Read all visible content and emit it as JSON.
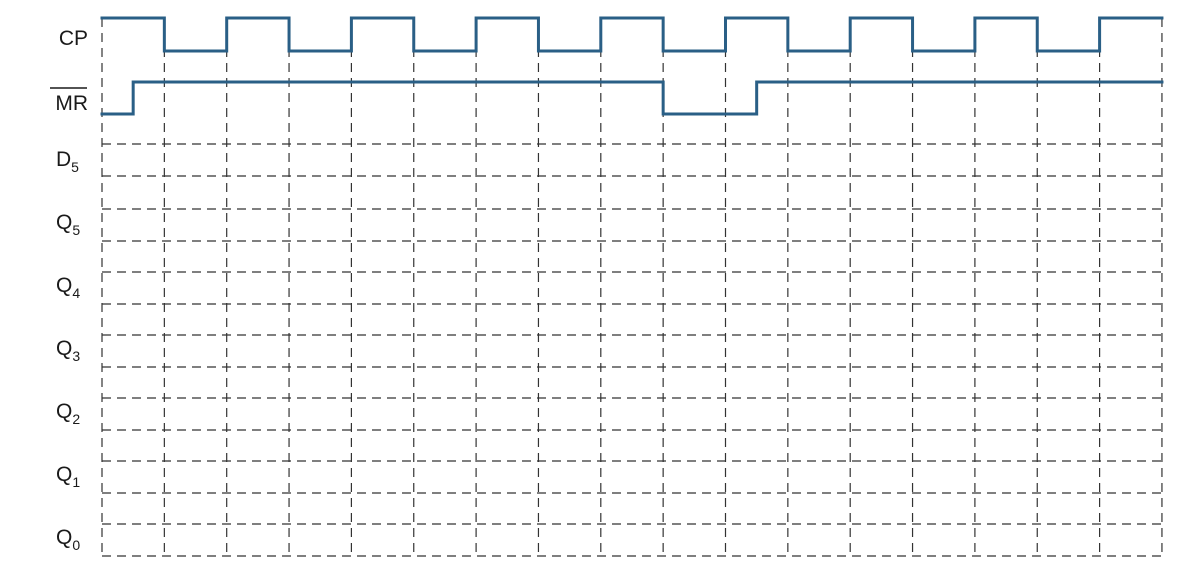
{
  "signals": [
    {
      "id": "cp",
      "label": "CP",
      "sub": "",
      "overline": false
    },
    {
      "id": "mr",
      "label": "MR",
      "sub": "",
      "overline": true
    },
    {
      "id": "d5",
      "label": "D",
      "sub": "5",
      "overline": false
    },
    {
      "id": "q5",
      "label": "Q",
      "sub": "5",
      "overline": false
    },
    {
      "id": "q4",
      "label": "Q",
      "sub": "4",
      "overline": false
    },
    {
      "id": "q3",
      "label": "Q",
      "sub": "3",
      "overline": false
    },
    {
      "id": "q2",
      "label": "Q",
      "sub": "2",
      "overline": false
    },
    {
      "id": "q1",
      "label": "Q",
      "sub": "1",
      "overline": false
    },
    {
      "id": "q0",
      "label": "Q",
      "sub": "0",
      "overline": false
    }
  ],
  "time_range": [
    0,
    17
  ],
  "grid_lines": 18,
  "waveforms": {
    "cp": {
      "initial": 1,
      "transitions": [
        1,
        2,
        3,
        4,
        5,
        6,
        7,
        8,
        9,
        10,
        11,
        12,
        13,
        14,
        15,
        16
      ]
    },
    "mr": {
      "initial": 0,
      "transitions": [
        0.5,
        9,
        10.5
      ]
    }
  },
  "colors": {
    "waveform": "#2a5f86",
    "grid": "#333333",
    "text": "#1a1a1a"
  }
}
